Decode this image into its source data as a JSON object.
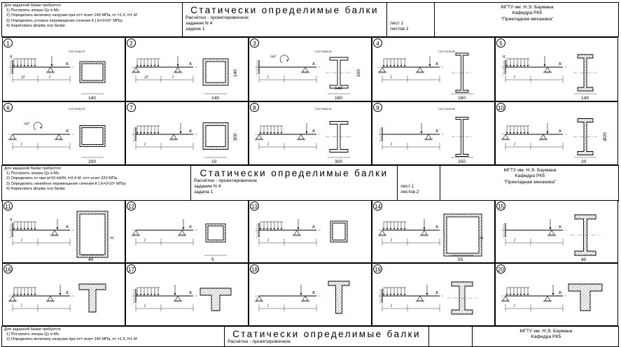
{
  "sheets": [
    {
      "requirements_title": "Для заданной балки требуется:",
      "requirements": [
        "1)   Построить эпюры Qy и Mx.",
        "2)   Определить величину нагрузки при σт= σсж= 240 МПа, nт =1.5, l=1 М",
        "3)   Определить угловое перемещение сечения  К  ( E=2•10⁵ МПа)",
        "4)   Нарисовать форму оси балки."
      ],
      "title": "Статически определимые балки",
      "subtitle_lines": [
        "Расчётно - проектировочное",
        "задание N 4",
        "задача 1"
      ],
      "sheet_lines": [
        "лист 1",
        "листов 2"
      ],
      "org_lines": [
        "МГТУ им. Н.Э. Баумана",
        "Кафедра РК5",
        "\"Прикладная механика\""
      ]
    },
    {
      "requirements_title": "Для заданной балки требуется:",
      "requirements": [
        "1)   Построить эпюры Qy и Mx.",
        "2)   Определить nт  при q=10 kH/M, l=0.4 M, σт= σсж= 320 МПа.",
        "3)   Определить линейное перемещение сечения  К  ( E=2•10⁵ МПа)",
        "4)   Нарисовать форму оси балки."
      ],
      "title": "Статически определимые балки",
      "subtitle_lines": [
        "Расчётно - проектировочное",
        "задание N 4",
        "задача 1"
      ],
      "sheet_lines": [
        "лист 1",
        "листов 2"
      ],
      "org_lines": [
        "МГТУ им. Н.Э. Баумана",
        "Кафедра РК5",
        "\"Прикладная механика\""
      ]
    },
    {
      "requirements_title": "Для заданной балки требуется:",
      "requirements": [
        "1)   Построить эпюры Qy и Mx.",
        "2)   Определить величину нагрузки при σт= σсж= 240 МПа, nт =1.5, l=1 М"
      ],
      "title": "Статически определимые балки",
      "subtitle_lines": [
        "Расчётно - проектировочное"
      ],
      "sheet_lines": [],
      "org_lines": [
        "МГТУ им. Н.Э. Баумана",
        "Кафедра РК5"
      ]
    }
  ],
  "gost": [
    "ГОСТ 8240-97",
    "ГОСТ 8509-93",
    "ГОСТ 8239-89",
    "ГОСТ 8240-97",
    "ГОСТ 8239-89"
  ],
  "panels": [
    {
      "num": "1",
      "dims": [
        "140"
      ],
      "labels": [
        "q",
        "K",
        "2l",
        "l"
      ]
    },
    {
      "num": "2",
      "dims": [
        "140",
        "140"
      ],
      "labels": [
        "K",
        "2l",
        "l"
      ]
    },
    {
      "num": "3",
      "dims": [
        "160",
        "100",
        "140"
      ],
      "labels": [
        "2ql²",
        "K",
        "l"
      ]
    },
    {
      "num": "4",
      "dims": [
        "160"
      ],
      "labels": [
        "K",
        "l"
      ]
    },
    {
      "num": "5",
      "dims": [
        "140"
      ],
      "labels": [
        "q",
        "K",
        "l"
      ]
    },
    {
      "num": "6",
      "dims": [
        "200"
      ],
      "labels": [
        "2ql²",
        "K",
        "l"
      ]
    },
    {
      "num": "7",
      "dims": [
        "10",
        "300"
      ],
      "labels": [
        "K",
        "l"
      ]
    },
    {
      "num": "8",
      "dims": [
        "300"
      ],
      "labels": [
        "K",
        "l"
      ]
    },
    {
      "num": "9",
      "dims": [
        "250"
      ],
      "labels": [
        "K",
        "l"
      ]
    },
    {
      "num": "10",
      "dims": [
        "20",
        "Ø20"
      ],
      "labels": [
        "K",
        "l"
      ]
    },
    {
      "num": "11",
      "dims": [
        "40",
        "3"
      ],
      "labels": [
        "q",
        "K",
        "l"
      ]
    },
    {
      "num": "12",
      "dims": [
        "5"
      ],
      "labels": [
        "K",
        "l"
      ]
    },
    {
      "num": "13",
      "dims": [],
      "labels": [
        "K",
        "l"
      ]
    },
    {
      "num": "14",
      "dims": [
        "50",
        "2"
      ],
      "labels": [
        "K",
        "l"
      ]
    },
    {
      "num": "15",
      "dims": [
        "40"
      ],
      "labels": [
        "K",
        "l"
      ]
    },
    {
      "num": "16",
      "dims": [],
      "labels": [
        "K",
        "l"
      ]
    },
    {
      "num": "17",
      "dims": [],
      "labels": [
        "K",
        "l"
      ]
    },
    {
      "num": "18",
      "dims": [],
      "labels": [
        "K",
        "l"
      ]
    },
    {
      "num": "19",
      "dims": [],
      "labels": [
        "K",
        "l"
      ]
    },
    {
      "num": "20",
      "dims": [],
      "labels": [
        "K",
        "l"
      ]
    }
  ]
}
